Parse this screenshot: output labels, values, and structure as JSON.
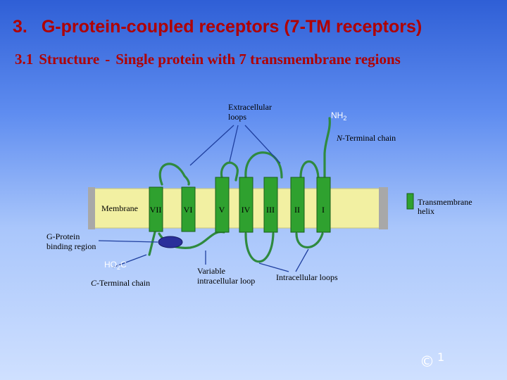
{
  "title": {
    "number": "3.",
    "text": "G-protein-coupled receptors (7-TM receptors)"
  },
  "subtitle": {
    "number": "3.1",
    "label": "Structure",
    "separator": "-",
    "text": "Single protein with 7 transmembrane regions"
  },
  "diagram": {
    "extracellular_loops_line1": "Extracellular",
    "extracellular_loops_line2": "loops",
    "nh2_label": "NH",
    "nh2_subscript": "2",
    "n_terminal_italic": "N",
    "n_terminal_rest": "-Terminal chain",
    "membrane_label": "Membrane",
    "helices": [
      "VII",
      "VI",
      "V",
      "IV",
      "III",
      "II",
      "I"
    ],
    "transmembrane_line1": "Transmembrane",
    "transmembrane_line2": "helix",
    "g_protein_line1": "G-Protein",
    "g_protein_line2": "binding region",
    "ho2c_label_a": "HO",
    "ho2c_label_sub": "2",
    "ho2c_label_b": "C",
    "c_terminal_italic": "C",
    "c_terminal_rest": "-Terminal chain",
    "variable_loop_line1": "Variable",
    "variable_loop_line2": "intracellular loop",
    "intracellular_loops": "Intracellular loops",
    "colors": {
      "helix": "#2fa12f",
      "membrane": "#f2f0a2",
      "chain": "#2f8a3f",
      "pointer": "#1f3f9f",
      "gprotein": "#2a2f9a"
    }
  },
  "copyright": {
    "symbol": "©",
    "page": "1"
  }
}
